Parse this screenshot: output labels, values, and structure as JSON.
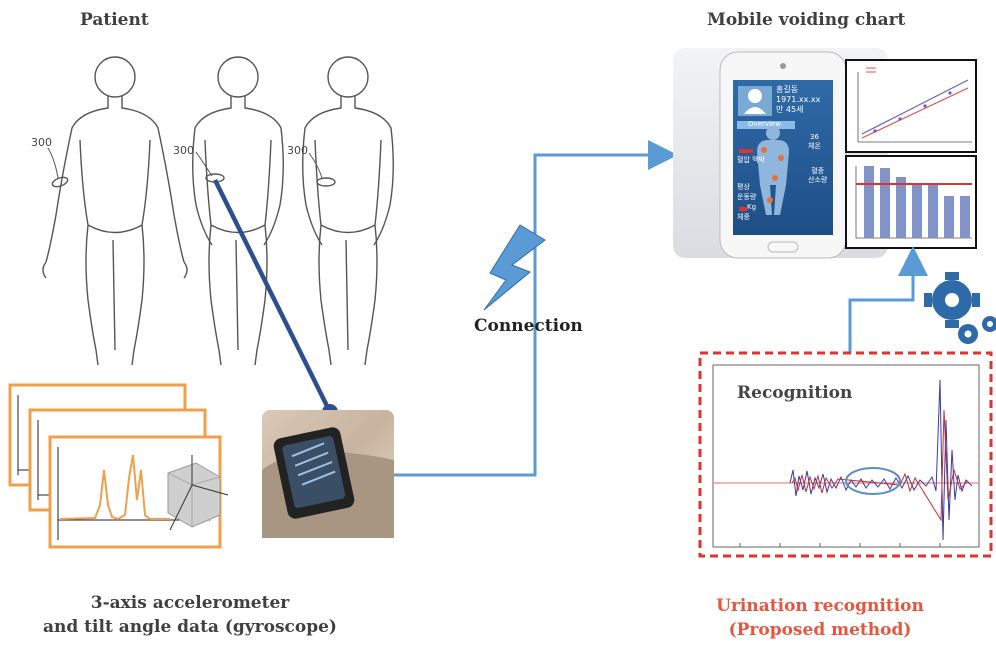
{
  "labels": {
    "patient": "Patient",
    "mobile_chart": "Mobile voiding chart",
    "connection": "Connection",
    "recognition": "Recognition",
    "sensor_line1": "3-axis accelerometer",
    "sensor_line2": "and tilt angle data (gyroscope)",
    "urination_line1": "Urination recognition",
    "urination_line2": "(Proposed method)"
  },
  "figure_marks": [
    "300",
    "300",
    "300"
  ],
  "phone": {
    "name": "홍길동",
    "dob": "1971.xx.xx",
    "age": "만 45세",
    "overview": "Overview",
    "value_right": "36",
    "label_right": "체온",
    "label_left1": "혈압 맥박",
    "label_right2": "혈중",
    "label_right3": "산소량",
    "label_left2": "평상",
    "label_left3": "운동량",
    "weight": "Kg",
    "label_left4": "체중"
  },
  "colors": {
    "arrow_blue": "#5b9bd5",
    "wrist_line": "#2e4f8f",
    "highlight_red": "#e0322e",
    "title_red": "#e8553d",
    "sensor_orange": "#f0a04a"
  }
}
